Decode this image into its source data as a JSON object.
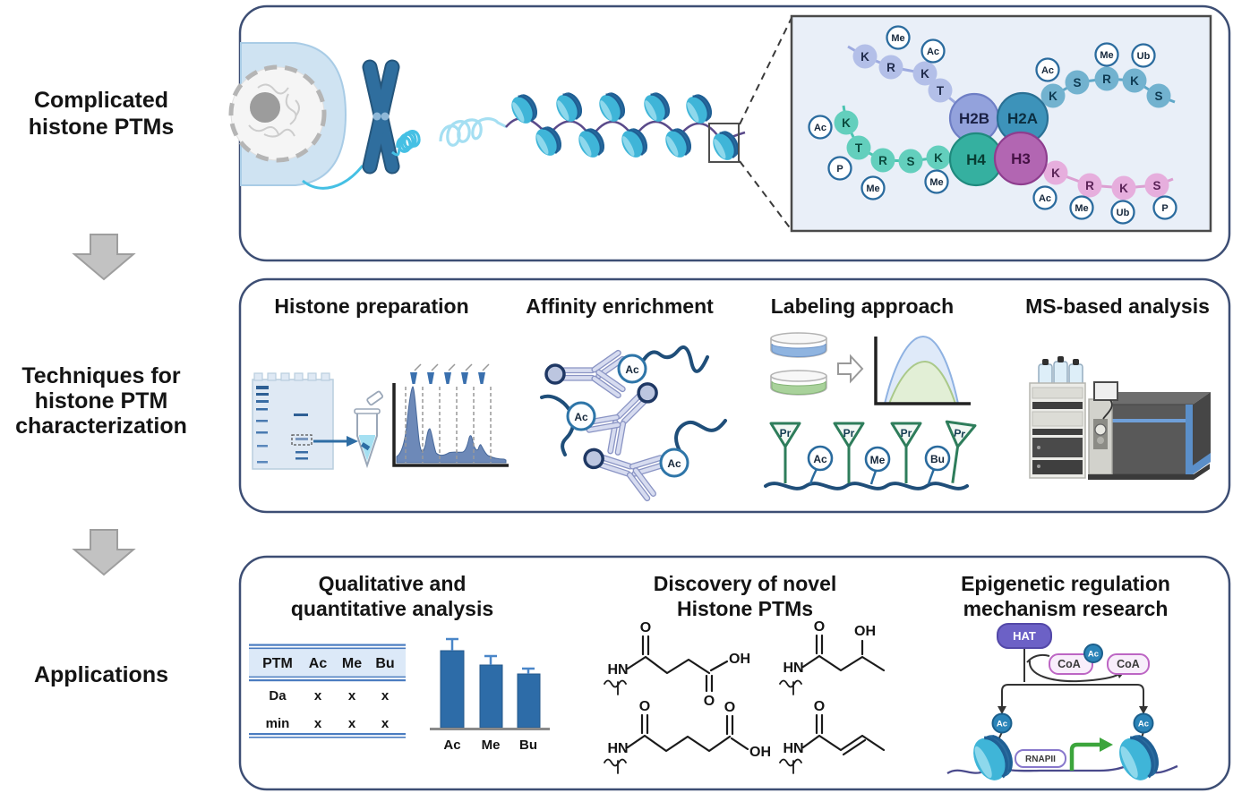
{
  "colors": {
    "panel_border": "#3d4e74",
    "flow_arrow": "#c2c2c2",
    "h2b": "#93a2dc",
    "h2a": "#3d93ba",
    "h4": "#35b0a0",
    "h3": "#b266b2",
    "h2b_tail": "#b3bfe8",
    "h2a_tail": "#72b2cf",
    "h4_tail": "#63cfbd",
    "h3_tail": "#e6aedd",
    "mod_ring": "#2a6b9e",
    "nucleosome_cyan": "#3fb5d8",
    "steel_blue": "#2d6ca8",
    "table_line": "#4a7cc0",
    "flag_green": "#2e7d5b",
    "hat_purple": "#6c61c6",
    "coa_border": "#bd66c4",
    "ac_badge": "#2b84b8",
    "transcription_green": "#3ca53c"
  },
  "left_column": {
    "stage1_line1": "Complicated",
    "stage1_line2": "histone PTMs",
    "stage2_line1": "Techniques for",
    "stage2_line2": "histone PTM",
    "stage2_line3": "characterization",
    "stage3": "Applications"
  },
  "top_panel": {
    "inset": {
      "histones": [
        {
          "label": "H2B"
        },
        {
          "label": "H2A"
        },
        {
          "label": "H4"
        },
        {
          "label": "H3"
        }
      ],
      "tails": {
        "h2b": {
          "residues": [
            "K",
            "R",
            "K",
            "T"
          ],
          "mods": [
            "Me",
            "Ac"
          ]
        },
        "h2a": {
          "residues": [
            "K",
            "S",
            "R",
            "K",
            "S"
          ],
          "mods": [
            "Ac",
            "Me",
            "Ub"
          ]
        },
        "h4": {
          "residues": [
            "K",
            "T",
            "R",
            "S",
            "K"
          ],
          "mods": [
            "Ac",
            "P",
            "Me",
            "Me"
          ]
        },
        "h3": {
          "residues": [
            "K",
            "R",
            "K",
            "S"
          ],
          "mods": [
            "Ac",
            "Me",
            "Ub",
            "P"
          ]
        }
      }
    }
  },
  "techniques": {
    "headers": [
      "Histone preparation",
      "Affinity enrichment",
      "Labeling approach",
      "MS-based analysis"
    ],
    "affinity": {
      "tags": [
        "Ac",
        "Ac",
        "Ac"
      ]
    },
    "labeling": {
      "flags": [
        "Pr",
        "Pr",
        "Pr",
        "Pr"
      ],
      "mods": [
        "Ac",
        "Me",
        "Bu"
      ]
    }
  },
  "applications": {
    "app1": {
      "title_line1": "Qualitative and",
      "title_line2": "quantitative analysis",
      "table": {
        "header": [
          "PTM",
          "Ac",
          "Me",
          "Bu"
        ],
        "rows": [
          [
            "Da",
            "x",
            "x",
            "x"
          ],
          [
            "min",
            "x",
            "x",
            "x"
          ]
        ]
      },
      "bars": {
        "labels": [
          "Ac",
          "Me",
          "Bu"
        ]
      }
    },
    "app2": {
      "title_line1": "Discovery of novel",
      "title_line2": "Histone PTMs",
      "structures": {
        "s1": {
          "hn": "HN",
          "o_top": "O",
          "o_bottom": "O",
          "oh": "OH"
        },
        "s2": {
          "hn": "HN",
          "o": "O",
          "oh": "OH"
        },
        "s3": {
          "hn": "HN",
          "o_left": "O",
          "o_right": "O",
          "oh": "OH"
        },
        "s4": {
          "hn": "HN",
          "o": "O"
        }
      }
    },
    "app3": {
      "title_line1": "Epigenetic regulation",
      "title_line2": "mechanism research",
      "hat": "HAT",
      "coa_left": "CoA",
      "coa_right": "CoA",
      "ac_badge": "Ac",
      "ac_left": "Ac",
      "ac_right": "Ac",
      "rnapii": "RNAPII"
    }
  },
  "chart_data": {
    "type": "bar",
    "title": "",
    "categories": [
      "Ac",
      "Me",
      "Bu"
    ],
    "values": [
      1.0,
      0.81,
      0.7
    ],
    "errors": [
      0.15,
      0.11,
      0.07
    ],
    "xlabel": "",
    "ylabel": "",
    "axis_ticks_shown": false
  }
}
